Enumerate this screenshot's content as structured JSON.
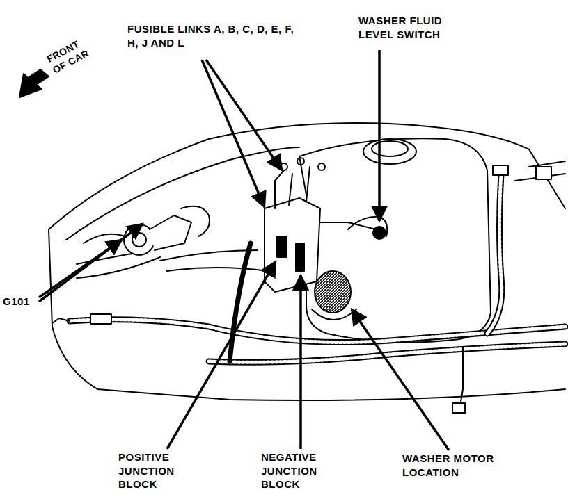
{
  "diagram": {
    "labels": [
      "FRONT OF CAR",
      "FUSIBLE LINKS A, B, C, D, E, F, H, J AND L",
      "WASHER FLUID LEVEL SWITCH",
      "G101",
      "POSITIVE JUNCTION BLOCK",
      "NEGATIVE JUNCTION BLOCK",
      "WASHER MOTOR LOCATION"
    ]
  }
}
